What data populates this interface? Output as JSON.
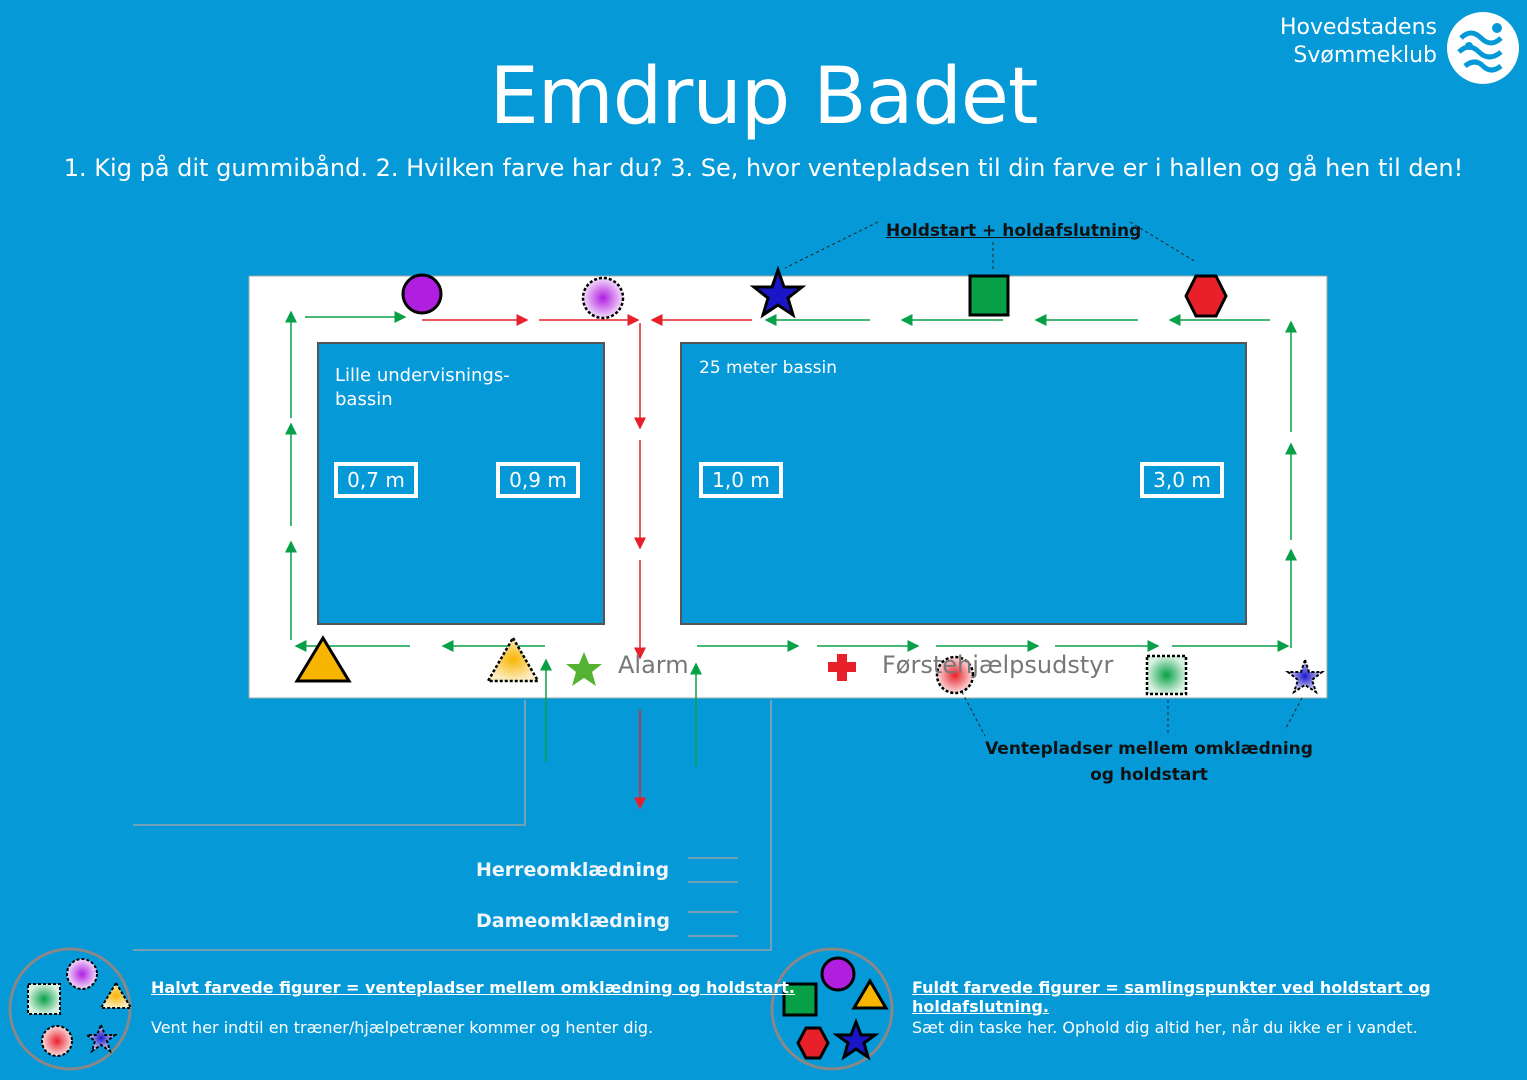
{
  "header": {
    "title": "Emdrup Badet",
    "instructions": "1. Kig på dit gummibånd. 2. Hvilken farve har du? 3. Se, hvor ventepladsen til din farve er i hallen og gå hen til den!",
    "logo_line1": "Hovedstadens",
    "logo_line2": "Svømmeklub"
  },
  "diagram": {
    "holdstart_label": "Holdstart + holdafslutning",
    "small_pool_label_line1": "Lille undervisnings-",
    "small_pool_label_line2": "bassin",
    "big_pool_label": "25 meter bassin",
    "depths": [
      "0,7 m",
      "0,9 m",
      "1,0 m",
      "3,0 m"
    ],
    "alarm_label": "Alarm",
    "first_aid_label": "Førstehjælpsudstyr",
    "waiting_label_line1": "Ventepladser  mellem omklædning",
    "waiting_label_line2": "og holdstart",
    "mens_room": "Herreomklædning",
    "womens_room": "Dameomklædning"
  },
  "legend": {
    "half_title": "Halvt farvede figurer = ventepladser mellem omklædning og holdstart.",
    "half_text": "Vent her indtil en træner/hjælpetræner kommer og henter dig.",
    "full_title": "Fuldt farvede figurer = samlingspunkter ved holdstart og holdafslutning.",
    "full_text": "Sæt din taske her. Ophold dig altid her, når du ikke er i vandet."
  },
  "colors": {
    "background": "#0599d8",
    "green": "#08a047",
    "red": "#e8202a",
    "blue": "#1a16c8",
    "purple": "#b01ee0",
    "orange": "#f7b500"
  }
}
